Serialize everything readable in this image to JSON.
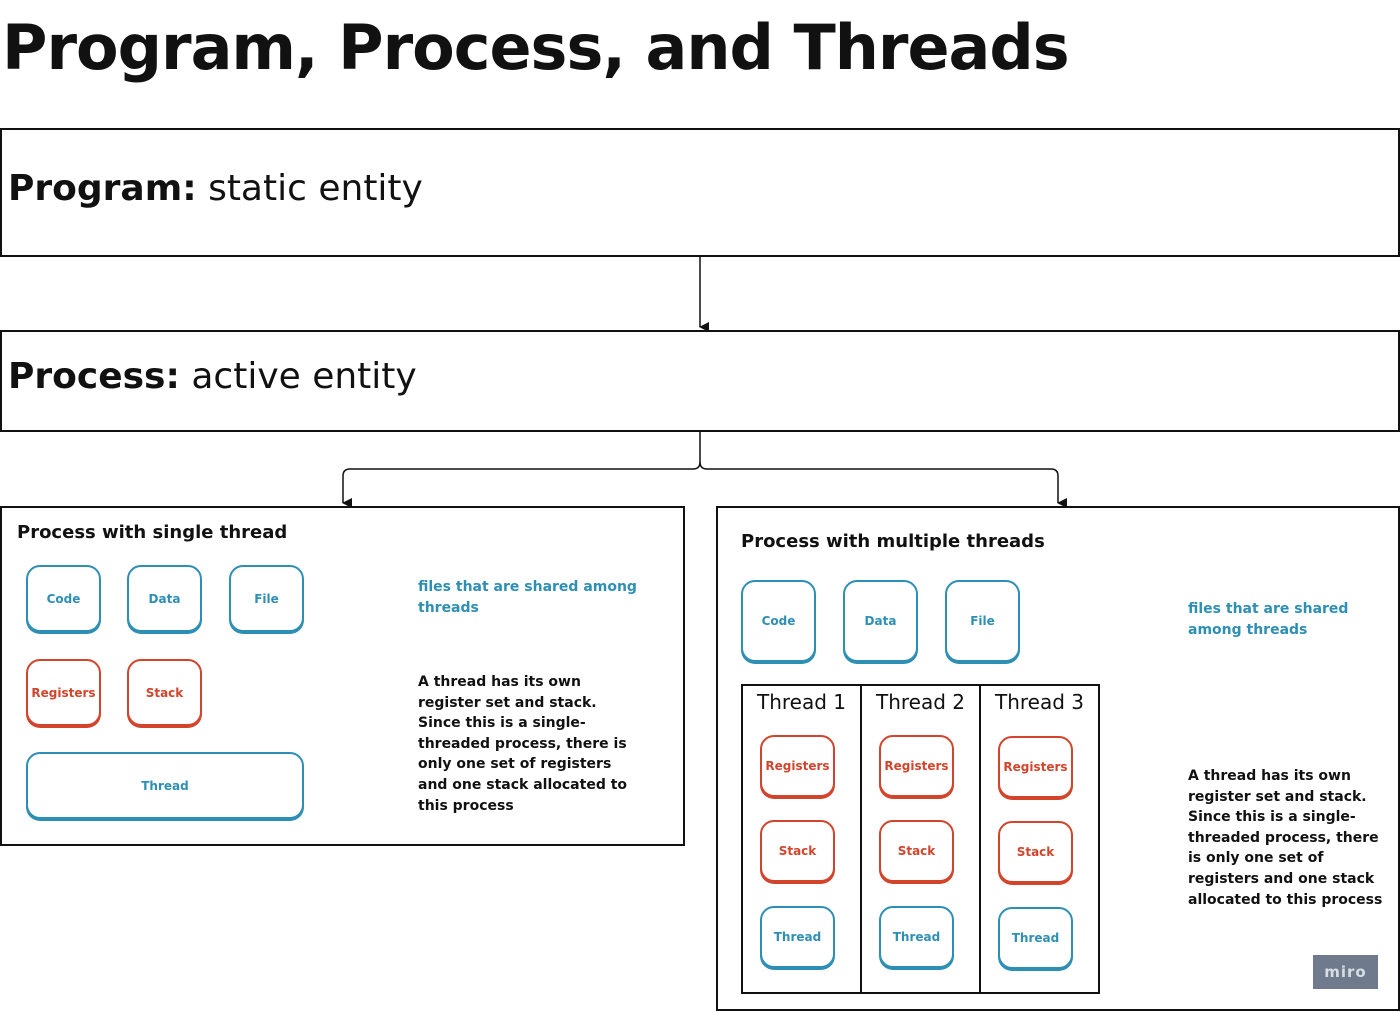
{
  "title": "Program, Process, and Threads",
  "program": {
    "label": "Program:",
    "desc": "static entity"
  },
  "process": {
    "label": "Process:",
    "desc": "active entity"
  },
  "single": {
    "title": "Process with single thread",
    "shared": [
      "Code",
      "Data",
      "File"
    ],
    "own": [
      "Registers",
      "Stack"
    ],
    "thread": "Thread",
    "shared_note": "files that are shared among threads",
    "own_note": "A thread has its own register set and stack. Since this is a single-threaded process, there is only one set of registers and one stack allocated to this process"
  },
  "multi": {
    "title": "Process with multiple threads",
    "shared": [
      "Code",
      "Data",
      "File"
    ],
    "shared_note": "files that are shared among threads",
    "threads": [
      {
        "title": "Thread 1",
        "registers": "Registers",
        "stack": "Stack",
        "thread": "Thread"
      },
      {
        "title": "Thread 2",
        "registers": "Registers",
        "stack": "Stack",
        "thread": "Thread"
      },
      {
        "title": "Thread 3",
        "registers": "Registers",
        "stack": "Stack",
        "thread": "Thread"
      }
    ],
    "own_note": "A thread has its own register set and stack. Since this is a single-threaded process, there is only one set of registers and one stack allocated to this process"
  },
  "colors": {
    "shared": "#2e8fb5",
    "own": "#d2452c",
    "line": "#111111"
  },
  "logo": {
    "text": "miro",
    "icon": "miro-logo"
  }
}
